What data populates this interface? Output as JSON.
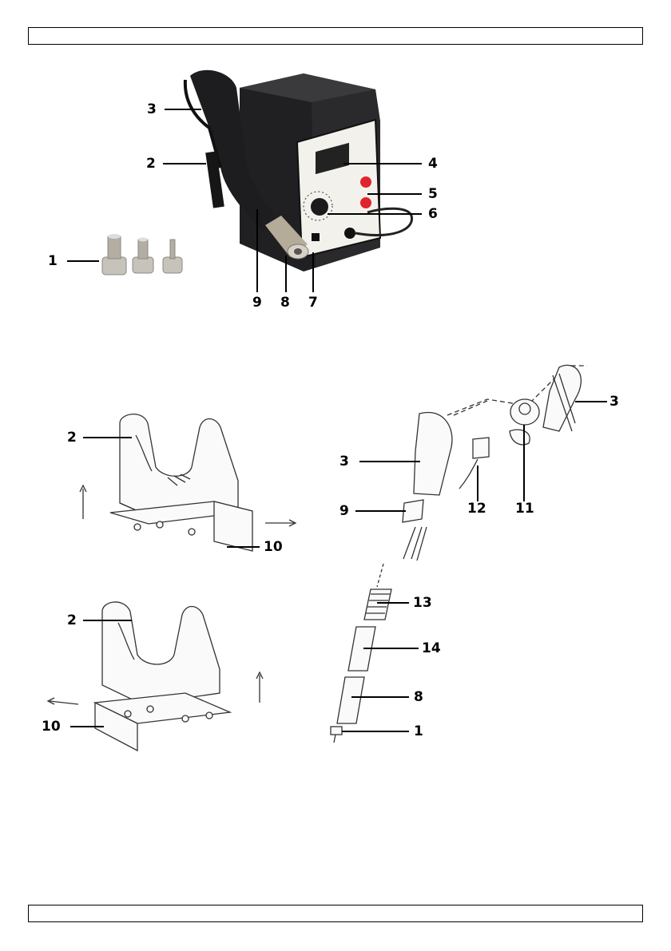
{
  "header": {
    "text": ""
  },
  "footer": {
    "text": ""
  },
  "product_callouts": [
    "1",
    "2",
    "3",
    "4",
    "5",
    "6",
    "7",
    "8",
    "9"
  ],
  "holder_top_callouts": [
    "2",
    "10"
  ],
  "holder_bottom_callouts": [
    "2",
    "10"
  ],
  "exploded_callouts": [
    "3",
    "3",
    "9",
    "12",
    "11",
    "13",
    "14",
    "8",
    "1"
  ]
}
